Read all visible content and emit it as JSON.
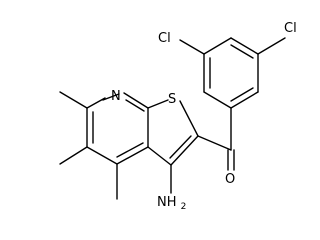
{
  "molecule": {
    "atoms": {
      "n": "N",
      "s": "S",
      "o": "O",
      "cl_top": "Cl",
      "cl_mid": "Cl",
      "nh2_main": "NH",
      "nh2_sub": "2"
    }
  }
}
